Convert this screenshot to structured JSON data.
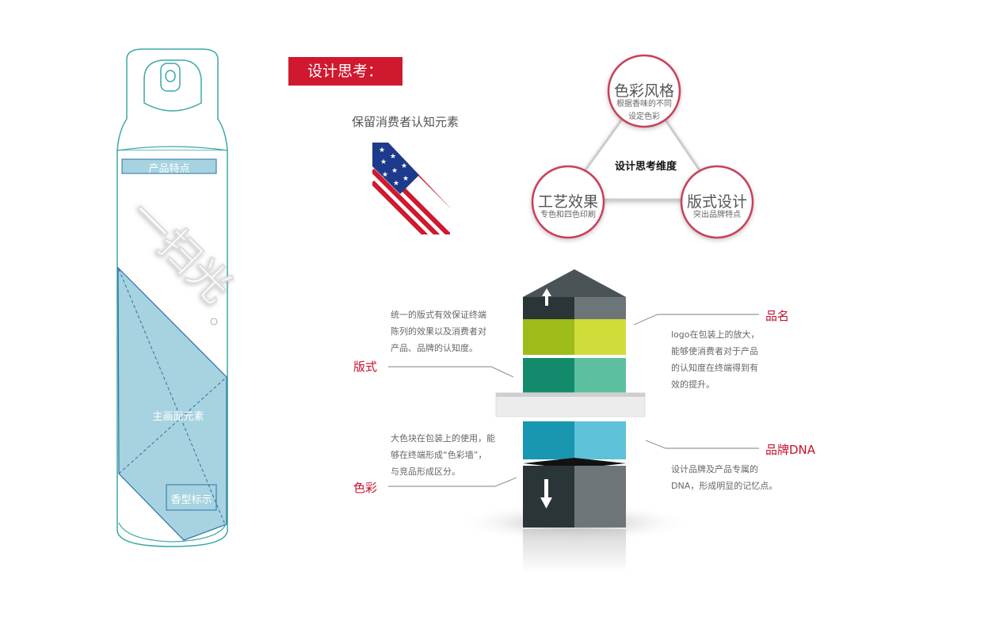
{
  "header": {
    "title": "设计思考："
  },
  "flag_section": {
    "caption": "保留消费者认知元素"
  },
  "can": {
    "logo_text": "一扫光",
    "feature_label": "产品特点",
    "main_visual_label": "主画面元素",
    "scent_label": "香型标示"
  },
  "dimensions": {
    "center": "设计思考维度",
    "nodes": [
      {
        "title": "色彩风格",
        "desc_lines": [
          "根据香味的不同",
          "设定色彩"
        ]
      },
      {
        "title": "工艺效果",
        "desc_lines": [
          "专色和四色印刷"
        ]
      },
      {
        "title": "版式设计",
        "desc_lines": [
          "突出品牌特点"
        ]
      }
    ],
    "accent": "#c9405a"
  },
  "stack": {
    "layout": {
      "label": "版式",
      "desc_lines": [
        "统一的版式有效保证终端",
        "陈列的效果以及消费者对",
        "产品、品牌的认知度。"
      ]
    },
    "color": {
      "label": "色彩",
      "desc_lines": [
        "大色块在包装上的使用，能",
        "够在终端形成“色彩墙”，",
        "与竞品形成区分。"
      ]
    },
    "name": {
      "label": "品名",
      "desc_lines": [
        "logo在包装上的放大，",
        "能够使消费者对于产品",
        "的认知度在终端得到有",
        "效的提升。"
      ]
    },
    "dna": {
      "label": "品牌DNA",
      "desc_lines": [
        "设计品牌及产品专属的",
        "DNA，形成明显的记忆点。"
      ]
    }
  },
  "colors": {
    "brand_red": "#d0182e",
    "can_outline": "#3aa9a5",
    "can_fill": "#a6d3df"
  }
}
